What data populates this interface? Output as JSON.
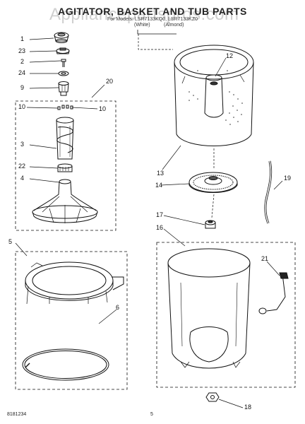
{
  "header": {
    "title": "AGITATOR, BASKET AND TUB PARTS",
    "subtitle": "For Models: LSR7133KQ0, LSR7133KZ0",
    "variant_white": "(White)",
    "variant_almond": "(Almond)",
    "watermark": "Appliancepartspros.com"
  },
  "callouts": {
    "p1": "1",
    "p23": "23",
    "p2": "2",
    "p24": "24",
    "p9": "9",
    "p20": "20",
    "p10a": "10",
    "p10b": "10",
    "p3": "3",
    "p22": "22",
    "p4": "4",
    "p5": "5",
    "p6": "6",
    "p12": "12",
    "p13": "13",
    "p14": "14",
    "p19": "19",
    "p17": "17",
    "p16": "16",
    "p21": "21",
    "p18": "18"
  },
  "footer": {
    "doc_number": "8181234",
    "page_number": "5"
  }
}
